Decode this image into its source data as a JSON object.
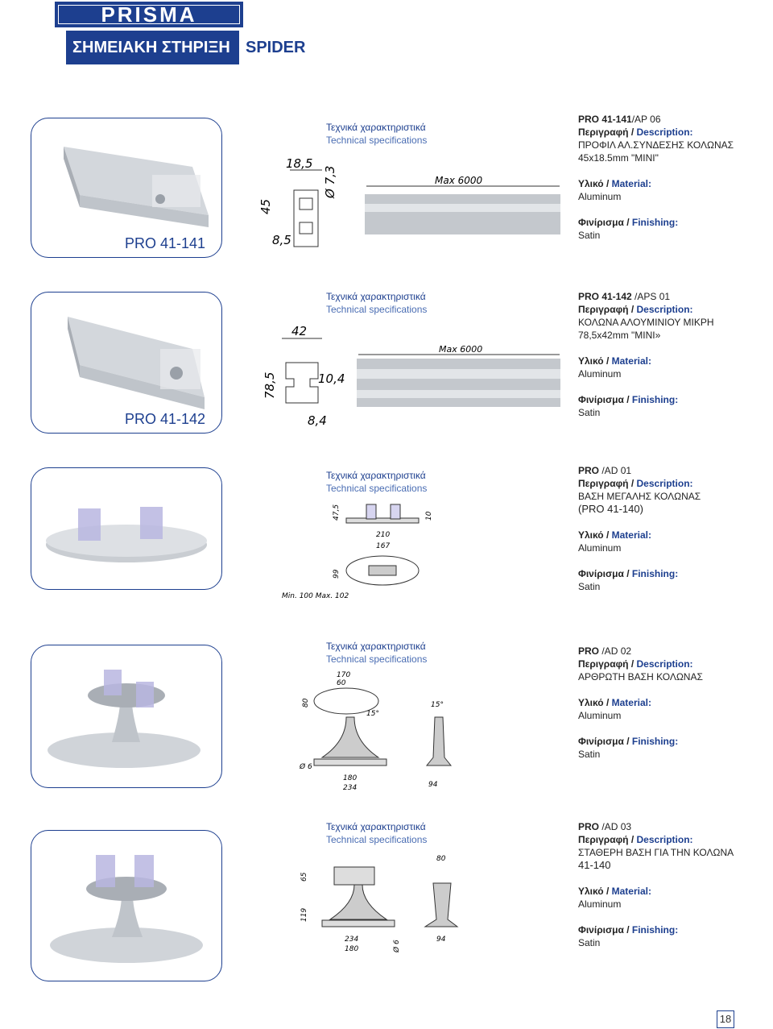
{
  "brand": {
    "logo_text": "PRISMA"
  },
  "header": {
    "title_main": "ΣΗΜΕΙΑΚΗ ΣΤΗΡΙΞΗ",
    "title_accent": "SPIDER"
  },
  "labels": {
    "tech_gr": "Τεχνικά χαρακτηριστικά",
    "tech_en": "Technical specifications",
    "desc_gr": "Περιγραφή / ",
    "desc_en": "Description:",
    "mat_gr": "Υλικό / ",
    "mat_en": "Material:",
    "fin_gr": "Φινίρισμα / ",
    "fin_en": "Finishing:"
  },
  "products": [
    {
      "photo_label": "PRO 41-141",
      "code_bold": "PRO 41-141",
      "code_rest": "/AP 06",
      "desc": [
        "ΠΡΟΦΙΛ ΑΛ.ΣΥΝΔΕΣΗΣ ΚΟΛΩΝΑΣ",
        "45x18.5mm \"MINI\""
      ],
      "material": "Aluminum",
      "finishing": "Satin",
      "dims": {
        "w": "18,5",
        "d": "Ø 7,3",
        "h": "45",
        "b": "8,5",
        "len": "Max 6000"
      }
    },
    {
      "photo_label": "PRO 41-142",
      "code_bold": "PRO 41-142",
      "code_rest": " /APS 01",
      "desc": [
        "ΚΟΛΩΝΑ ΑΛΟΥΜΙΝΙΟΥ ΜΙΚΡΗ",
        "78,5x42mm \"MINI»"
      ],
      "material": "Aluminum",
      "finishing": "Satin",
      "dims": {
        "w": "42",
        "h": "78,5",
        "s": "10,4",
        "b": "8,4",
        "len": "Max 6000"
      }
    },
    {
      "photo_label": "",
      "code_bold": "PRO",
      "code_rest": " /AD 01",
      "desc": [
        "ΒΑΣΗ ΜΕΓΑΛΗΣ ΚΟΛΩΝΑΣ",
        "(PRO 41-140)"
      ],
      "material": "Aluminum",
      "finishing": "Satin",
      "dims": {
        "h": "47,5",
        "t": "10",
        "l1": "210",
        "l2": "167",
        "w": "99",
        "range": "Min. 100 Max. 102"
      }
    },
    {
      "photo_label": "",
      "code_bold": "PRO",
      "code_rest": " /AD 02",
      "desc": [
        "ΑΡΘΡΩΤΗ ΒΑΣΗ ΚΟΛΩΝΑΣ"
      ],
      "material": "Aluminum",
      "finishing": "Satin",
      "dims": {
        "l1": "170",
        "l2": "60",
        "w": "80",
        "a1": "15°",
        "a2": "15°",
        "d": "Ø 6",
        "b1": "180",
        "b2": "234",
        "b3": "94"
      }
    },
    {
      "photo_label": "",
      "code_bold": "PRO",
      "code_rest": "  /AD 03",
      "desc": [
        "ΣΤΑΘΕΡΗ ΒΑΣΗ ΓΙΑ ΤΗΝ ΚΟΛΩΝΑ",
        "41-140"
      ],
      "material": "Aluminum",
      "finishing": "Satin",
      "dims": {
        "h1": "65",
        "h2": "119",
        "b1": "234",
        "b2": "180",
        "d": "Ø 6",
        "w": "80",
        "b3": "94"
      }
    }
  ],
  "footer": {
    "page_number": "18"
  }
}
